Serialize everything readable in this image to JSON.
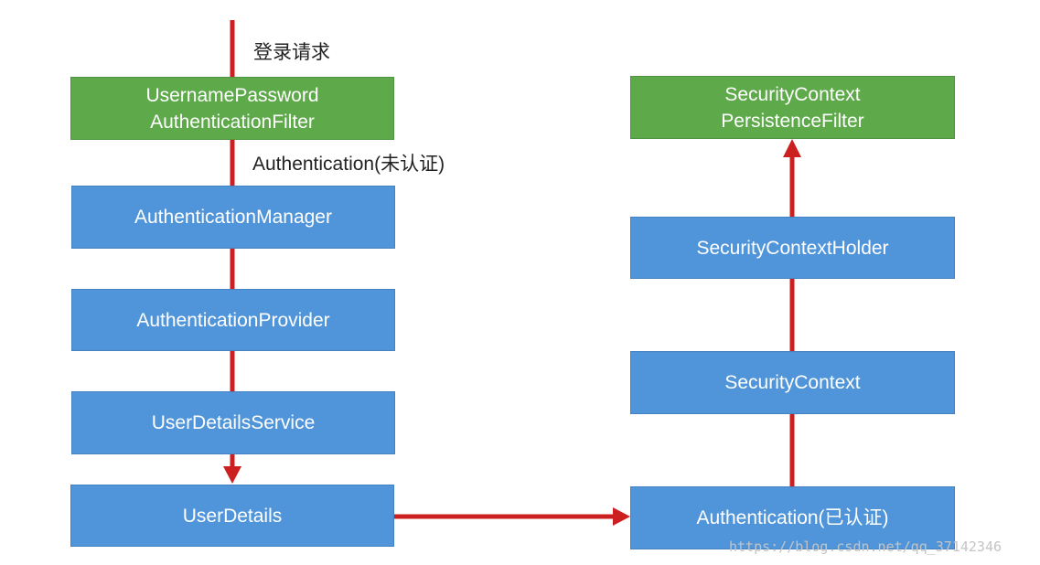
{
  "labels": {
    "login_request": "登录请求",
    "auth_unauthenticated": "Authentication(未认证)"
  },
  "left_column": {
    "filter_line1": "UsernamePassword",
    "filter_line2": "AuthenticationFilter",
    "manager": "AuthenticationManager",
    "provider": "AuthenticationProvider",
    "user_details_service": "UserDetailsService",
    "user_details": "UserDetails"
  },
  "right_column": {
    "persistence_line1": "SecurityContext",
    "persistence_line2": "PersistenceFilter",
    "holder": "SecurityContextHolder",
    "context": "SecurityContext",
    "auth_authenticated": "Authentication(已认证)"
  },
  "watermark": "https://blog.csdn.net/qq_37142346",
  "colors": {
    "filter_green": "#5ea94a",
    "component_blue": "#5095d9",
    "arrow_red": "#cc2020"
  }
}
